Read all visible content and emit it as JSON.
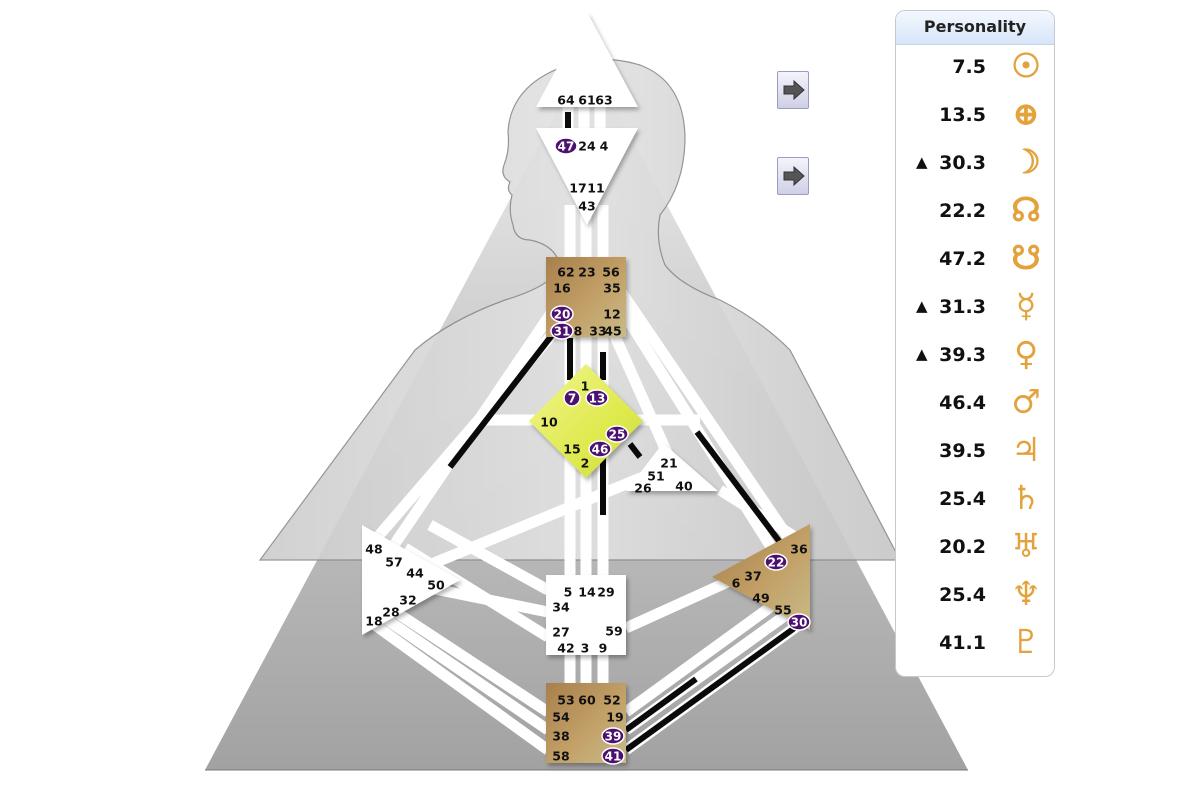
{
  "panel": {
    "title": "Personality",
    "planets": [
      {
        "icon": "sun-icon",
        "symbol": "☉",
        "value": "7.5",
        "marker": ""
      },
      {
        "icon": "earth-icon",
        "symbol": "⊕",
        "value": "13.5",
        "marker": ""
      },
      {
        "icon": "moon-icon",
        "symbol": "☽",
        "value": "30.3",
        "marker": "▲"
      },
      {
        "icon": "north-node-icon",
        "symbol": "☊",
        "value": "22.2",
        "marker": ""
      },
      {
        "icon": "south-node-icon",
        "symbol": "☋",
        "value": "47.2",
        "marker": ""
      },
      {
        "icon": "mercury-icon",
        "symbol": "☿",
        "value": "31.3",
        "marker": "▲"
      },
      {
        "icon": "venus-icon",
        "symbol": "♀",
        "value": "39.3",
        "marker": "▲"
      },
      {
        "icon": "mars-icon",
        "symbol": "♂",
        "value": "46.4",
        "marker": ""
      },
      {
        "icon": "jupiter-icon",
        "symbol": "♃",
        "value": "39.5",
        "marker": ""
      },
      {
        "icon": "saturn-icon",
        "symbol": "♄",
        "value": "25.4",
        "marker": ""
      },
      {
        "icon": "uranus-icon",
        "symbol": "♅",
        "value": "20.2",
        "marker": ""
      },
      {
        "icon": "neptune-icon",
        "symbol": "♆",
        "value": "25.4",
        "marker": ""
      },
      {
        "icon": "pluto-icon",
        "symbol": "♇",
        "value": "41.1",
        "marker": ""
      }
    ]
  },
  "buttons": [
    {
      "icon": "arrow-right-icon"
    },
    {
      "icon": "arrow-right-icon"
    }
  ],
  "colors": {
    "activated_gate": "#4b1070",
    "defined_center": "#b8925a",
    "g_center": "#e8f06a",
    "panel_symbol": "#e3a23c"
  },
  "gates": {
    "head": [
      "64",
      "61",
      "63"
    ],
    "ajna": [
      "47",
      "24",
      "4",
      "17",
      "11",
      "43"
    ],
    "throat": [
      "62",
      "23",
      "56",
      "16",
      "35",
      "20",
      "12",
      "31",
      "8",
      "33",
      "45"
    ],
    "g": [
      "1",
      "7",
      "13",
      "10",
      "25",
      "15",
      "46",
      "2"
    ],
    "ego": [
      "21",
      "51",
      "26",
      "40"
    ],
    "spleen": [
      "48",
      "57",
      "44",
      "50",
      "32",
      "28",
      "18"
    ],
    "solar_plexus": [
      "36",
      "22",
      "37",
      "6",
      "49",
      "55",
      "30"
    ],
    "sacral": [
      "5",
      "14",
      "29",
      "34",
      "27",
      "59",
      "42",
      "3",
      "9"
    ],
    "root": [
      "53",
      "60",
      "52",
      "54",
      "19",
      "38",
      "39",
      "58",
      "41"
    ]
  },
  "active_gates": [
    "47",
    "20",
    "31",
    "7",
    "13",
    "25",
    "46",
    "22",
    "30",
    "39",
    "41"
  ]
}
